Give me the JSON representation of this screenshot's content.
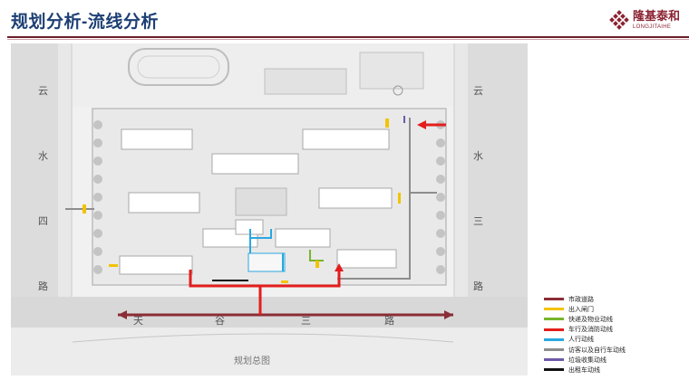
{
  "header": {
    "title": "规划分析-流线分析",
    "logo_cn": "隆基泰和",
    "logo_en": "LONGJITAIHE"
  },
  "plan": {
    "caption": "规划总图",
    "road_left": [
      "云",
      "水",
      "四",
      "路"
    ],
    "road_right": [
      "云",
      "水",
      "三",
      "路"
    ],
    "road_bottom": [
      "天",
      "谷",
      "三",
      "路"
    ]
  },
  "legend": [
    {
      "label": "市政道路",
      "color": "#8b2d36"
    },
    {
      "label": "出入闸门",
      "color": "#f2c300"
    },
    {
      "label": "快递及物业动线",
      "color": "#77b52a"
    },
    {
      "label": "车行及消防动线",
      "color": "#e31d1d"
    },
    {
      "label": "人行动线",
      "color": "#2aa8e0"
    },
    {
      "label": "访客以及自行车动线",
      "color": "#8d8d8d"
    },
    {
      "label": "垃圾收集动线",
      "color": "#6e5aa8"
    },
    {
      "label": "出租车动线",
      "color": "#111111"
    }
  ]
}
